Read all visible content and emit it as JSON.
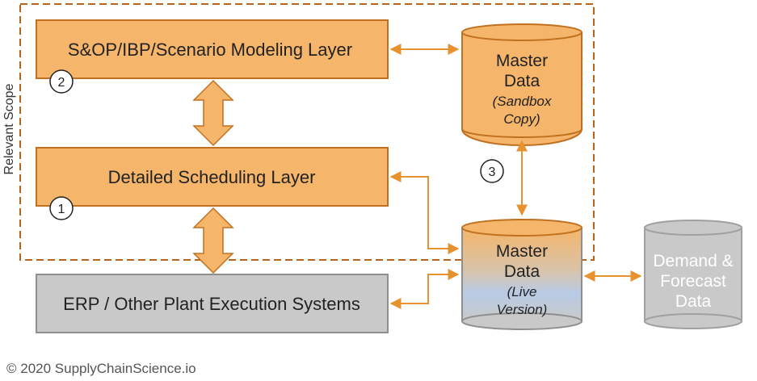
{
  "scope_label": "Relevant Scope",
  "layers": {
    "sop": {
      "label": "S&OP/IBP/Scenario Modeling Layer",
      "badge": "2"
    },
    "scheduling": {
      "label": "Detailed Scheduling Layer",
      "badge": "1"
    },
    "erp": {
      "label": "ERP / Other Plant Execution Systems"
    }
  },
  "sandbox_db": {
    "line1": "Master",
    "line2": "Data",
    "line3": "(Sandbox",
    "line4": "Copy)"
  },
  "live_db": {
    "line1": "Master",
    "line2": "Data",
    "line3": "(Live",
    "line4": "Version)"
  },
  "demand_db": {
    "line1": "Demand &",
    "line2": "Forecast",
    "line3": "Data"
  },
  "badge_3": "3",
  "copyright": "© 2020 SupplyChainScience.io",
  "colors": {
    "orange_fill": "#f5b56a",
    "orange_stroke": "#c0701e",
    "arrow": "#e8912f",
    "gray_fill": "#c9c9c9",
    "gray_stroke": "#a0a0a0",
    "gray_text": "#ffffff",
    "scope_border": "#b8651b",
    "live_top": "#f5b56a",
    "live_mid": "#b8cbe6"
  }
}
